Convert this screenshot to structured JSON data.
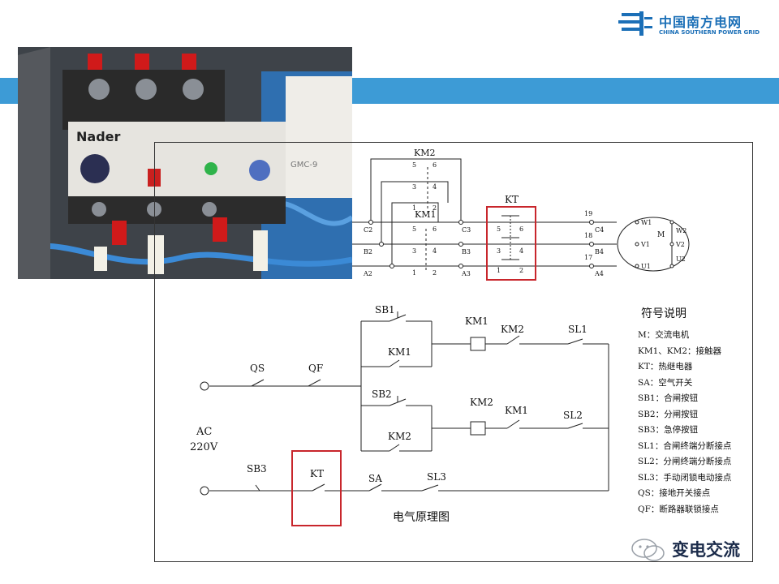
{
  "header": {
    "logo_cn": "中国南方电网",
    "logo_en": "CHINA SOUTHERN POWER GRID"
  },
  "photo": {
    "relay_brand": "Nader",
    "contactor_label": "GMC-9"
  },
  "main_circuit": {
    "km2_label": "KM2",
    "km1_label": "KM1",
    "kt_label": "KT",
    "motor_label": "M",
    "left_terminals": [
      "C2",
      "B2",
      "A2"
    ],
    "mid_terminals": [
      "C3",
      "B3",
      "A3"
    ],
    "right_terminals": [
      "C4",
      "B4",
      "A4"
    ],
    "wire_numbers": [
      "19",
      "18",
      "17"
    ],
    "km2_contacts": [
      "5",
      "6",
      "3",
      "4",
      "1",
      "2"
    ],
    "km1_contacts": [
      "5",
      "6",
      "3",
      "4",
      "1",
      "2"
    ],
    "kt_contacts": [
      "5",
      "6",
      "3",
      "4",
      "1",
      "2"
    ],
    "motor_left": [
      "W1",
      "V1",
      "U1"
    ],
    "motor_right": [
      "W2",
      "V2",
      "U2"
    ]
  },
  "control_circuit": {
    "sb1": "SB1",
    "km1_coil": "KM1",
    "km2_nc": "KM2",
    "sl1": "SL1",
    "km1_hold": "KM1",
    "qs": "QS",
    "qf": "QF",
    "sb2": "SB2",
    "km2_coil": "KM2",
    "km1_nc": "KM1",
    "sl2": "SL2",
    "km2_hold": "KM2",
    "ac": "AC",
    "voltage": "220V",
    "sb3": "SB3",
    "kt": "KT",
    "sa": "SA",
    "sl3": "SL3",
    "caption": "电气原理图"
  },
  "legend": {
    "title": "符号说明",
    "items": [
      "M：交流电机",
      "KM1、KM2：接触器",
      "KT：热继电器",
      "SA：空气开关",
      "SB1：合闸按钮",
      "SB2：分闸按钮",
      "SB3：急停按钮",
      "SL1：合闸终端分断接点",
      "SL2：分闸终端分断接点",
      "SL3：手动闭锁电动接点",
      "QS：接地开关接点",
      "QF：断路器联锁接点"
    ]
  },
  "watermark": {
    "text": "变电交流"
  },
  "colors": {
    "header_blue": "#3d9bd6",
    "highlight_red": "#c8262c",
    "logo_blue": "#1b6fb7"
  }
}
